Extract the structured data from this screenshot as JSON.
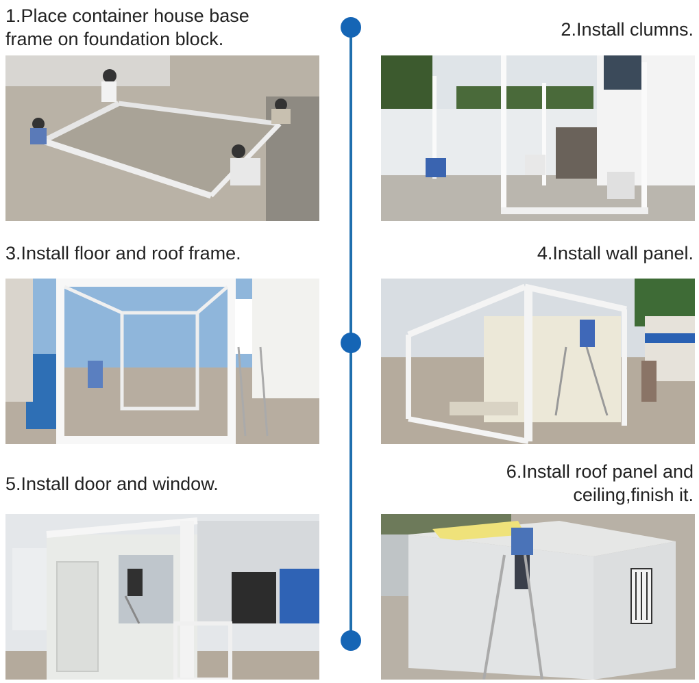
{
  "colors": {
    "timeline": "#1f6fae",
    "node": "#1565b5",
    "text": "#222222"
  },
  "steps": [
    {
      "caption": "1.Place container house base\nframe on foundation block."
    },
    {
      "caption": "2.Install clumns."
    },
    {
      "caption": "3.Install floor and roof frame."
    },
    {
      "caption": "4.Install wall panel."
    },
    {
      "caption": "5.Install door and window."
    },
    {
      "caption": "6.Install roof panel and\nceiling,finish it."
    }
  ]
}
